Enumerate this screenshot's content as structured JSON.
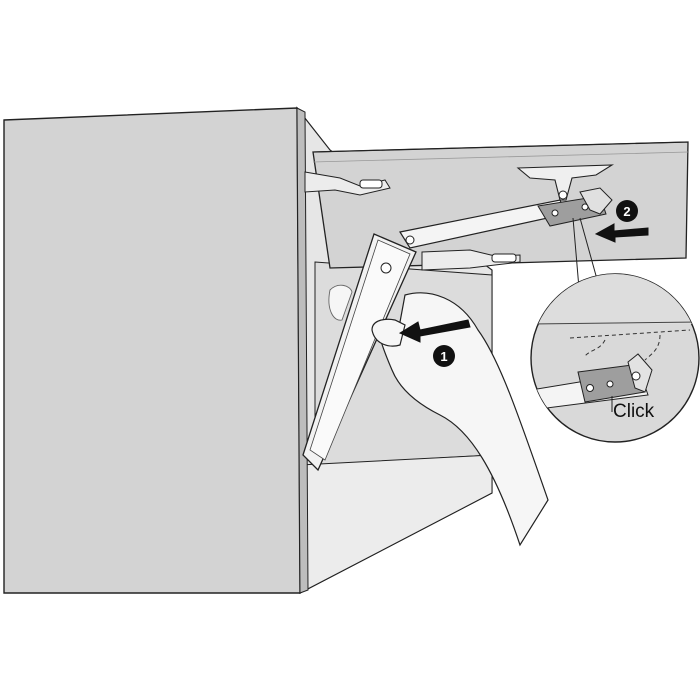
{
  "steps": [
    {
      "number": "1"
    },
    {
      "number": "2"
    }
  ],
  "detail": {
    "label": "Click"
  },
  "colors": {
    "panel": "#d3d3d3",
    "panel_dark": "#c2c2c2",
    "interior": "#e4e4e4",
    "outline": "#222222",
    "hand": "#f4f4f4",
    "marker": "#111111"
  }
}
